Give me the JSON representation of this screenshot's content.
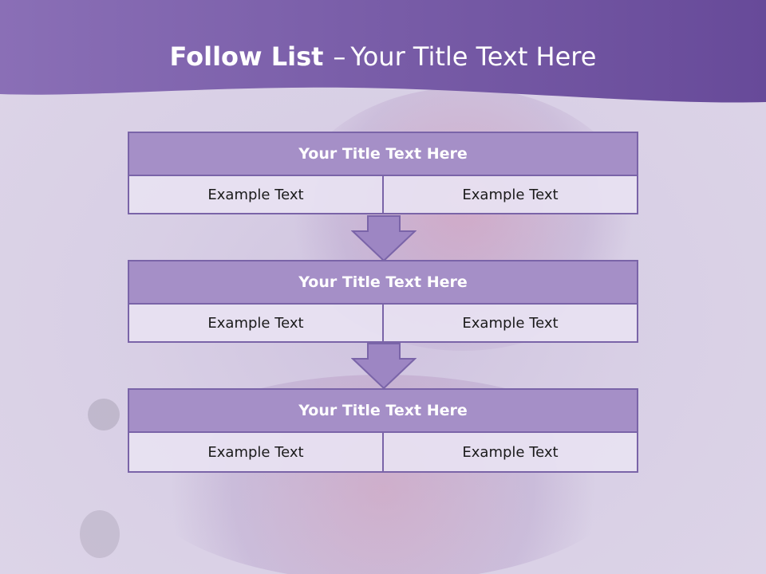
{
  "slide": {
    "title_bold": "Follow List",
    "title_dash": "–",
    "title_rest": "Your Title Text Here"
  },
  "steps": [
    {
      "title": "Your Title Text Here",
      "left": "Example Text",
      "right": "Example Text"
    },
    {
      "title": "Your Title Text Here",
      "left": "Example Text",
      "right": "Example Text"
    },
    {
      "title": "Your Title Text Here",
      "left": "Example Text",
      "right": "Example Text"
    }
  ],
  "colors": {
    "header_purple": "#7258a6",
    "title_fill": "#a58fc7",
    "border": "#7a64a8",
    "cell_fill": "#e8e2f2"
  }
}
